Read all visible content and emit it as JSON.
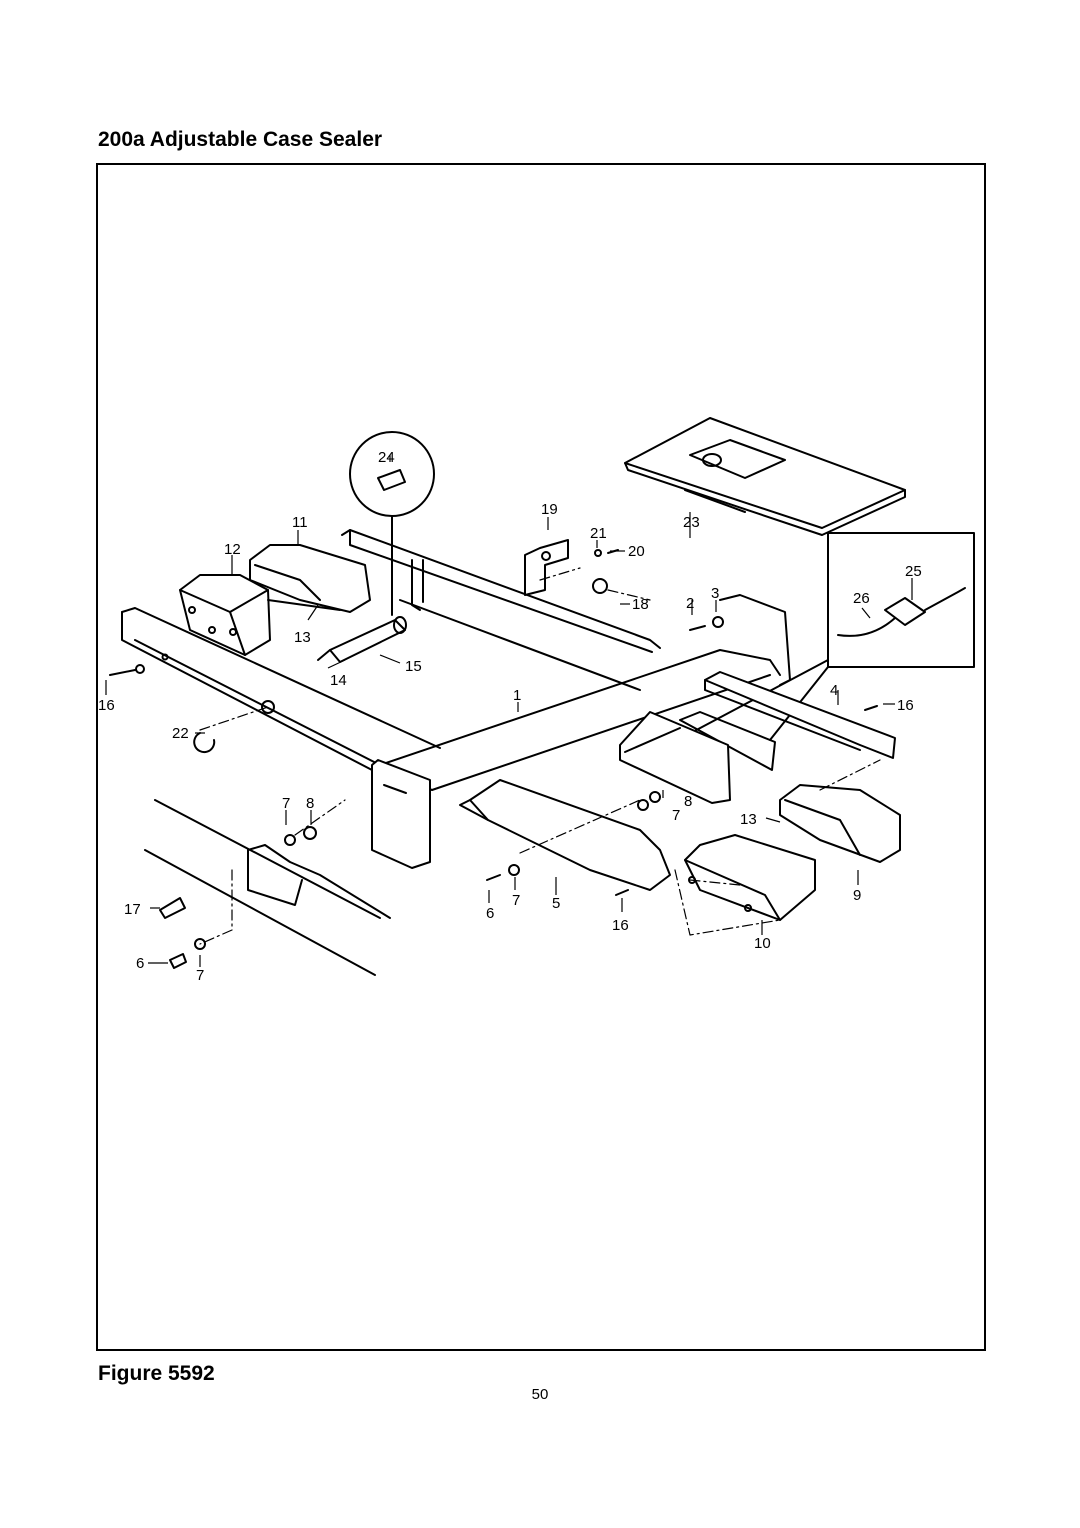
{
  "page": {
    "title": "200a Adjustable Case Sealer",
    "figure_label": "Figure 5592",
    "page_number": "50"
  },
  "callouts": {
    "c1": "1",
    "c2": "2",
    "c3": "3",
    "c4": "4",
    "c5": "5",
    "c6a": "6",
    "c6b": "6",
    "c7a": "7",
    "c7b": "7",
    "c7c": "7",
    "c7d": "7",
    "c8a": "8",
    "c8b": "8",
    "c9": "9",
    "c10": "10",
    "c11": "11",
    "c12": "12",
    "c13a": "13",
    "c13b": "13",
    "c14": "14",
    "c15": "15",
    "c16a": "16",
    "c16b": "16",
    "c16c": "16",
    "c17": "17",
    "c18": "18",
    "c19": "19",
    "c20": "20",
    "c21": "21",
    "c22": "22",
    "c23": "23",
    "c24": "24",
    "c25": "25",
    "c26": "26"
  }
}
